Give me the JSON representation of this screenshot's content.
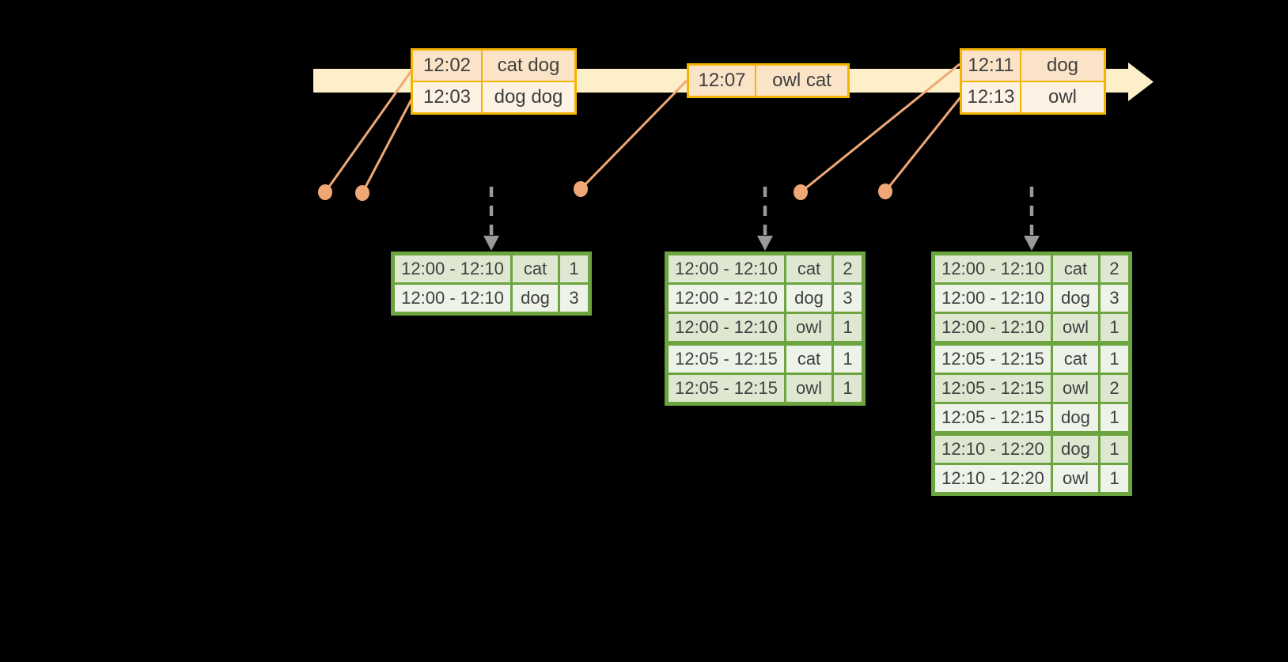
{
  "timeline": {
    "events": [
      {
        "time": "12:02",
        "words": "cat dog"
      },
      {
        "time": "12:03",
        "words": "dog dog"
      },
      {
        "time": "12:07",
        "words": "owl cat"
      },
      {
        "time": "12:11",
        "words": "dog"
      },
      {
        "time": "12:13",
        "words": "owl"
      }
    ]
  },
  "result_tables": [
    {
      "rows": [
        {
          "window": "12:00 - 12:10",
          "word": "cat",
          "count": "1"
        },
        {
          "window": "12:00 - 12:10",
          "word": "dog",
          "count": "3"
        }
      ]
    },
    {
      "rows": [
        {
          "window": "12:00 - 12:10",
          "word": "cat",
          "count": "2"
        },
        {
          "window": "12:00 - 12:10",
          "word": "dog",
          "count": "3"
        },
        {
          "window": "12:00 - 12:10",
          "word": "owl",
          "count": "1"
        },
        {
          "window": "12:05 - 12:15",
          "word": "cat",
          "count": "1"
        },
        {
          "window": "12:05 - 12:15",
          "word": "owl",
          "count": "1"
        }
      ]
    },
    {
      "rows": [
        {
          "window": "12:00 - 12:10",
          "word": "cat",
          "count": "2"
        },
        {
          "window": "12:00 - 12:10",
          "word": "dog",
          "count": "3"
        },
        {
          "window": "12:00 - 12:10",
          "word": "owl",
          "count": "1"
        },
        {
          "window": "12:05 - 12:15",
          "word": "cat",
          "count": "1"
        },
        {
          "window": "12:05 - 12:15",
          "word": "owl",
          "count": "2"
        },
        {
          "window": "12:05 - 12:15",
          "word": "dog",
          "count": "1"
        },
        {
          "window": "12:10 - 12:20",
          "word": "dog",
          "count": "1"
        },
        {
          "window": "12:10 - 12:20",
          "word": "owl",
          "count": "1"
        }
      ]
    }
  ],
  "colors": {
    "background": "#000000",
    "timeline_band": "#fcefc9",
    "event_table_border": "#f6b402",
    "event_row_dark": "#fae3c6",
    "event_row_light": "#fdf2e3",
    "result_table_border": "#6ca43f",
    "result_row_dark": "#dee8d1",
    "result_row_light": "#eef3e9",
    "connector": "#efa875",
    "trigger_arrow": "#999999",
    "text": "#3f3f3f"
  }
}
